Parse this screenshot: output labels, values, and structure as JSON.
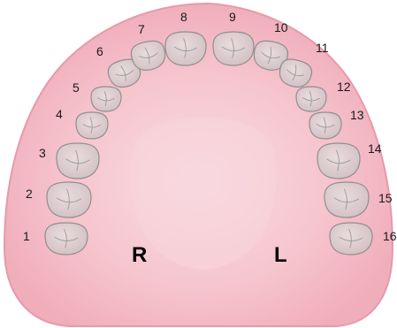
{
  "diagram": {
    "tooth_numbers": [
      "1",
      "2",
      "3",
      "4",
      "5",
      "6",
      "7",
      "8",
      "9",
      "10",
      "11",
      "12",
      "13",
      "14",
      "15",
      "16"
    ],
    "side_labels": {
      "right": "R",
      "left": "L"
    },
    "colors": {
      "gum": "#f4b9c3",
      "gum_edge": "#e69aab",
      "palate_light": "#f7d0d7",
      "tooth": "#ddd0d2",
      "tooth_outline": "#8a8a8a",
      "label": "#1a1a1a"
    }
  }
}
